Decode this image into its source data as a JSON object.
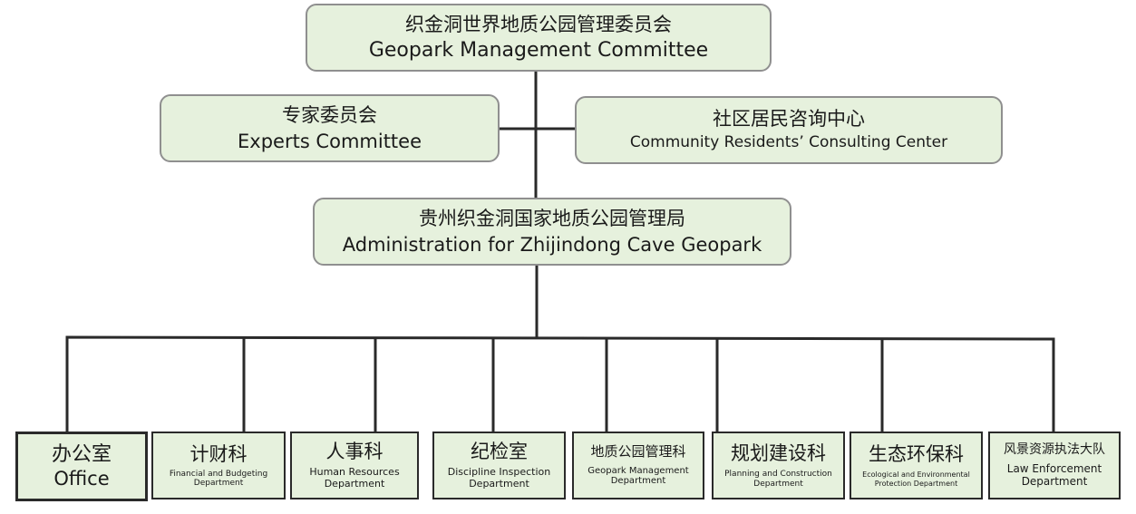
{
  "top": {
    "zh": "织金洞世界地质公园管理委员会",
    "en": "Geopark Management Committee"
  },
  "experts": {
    "zh": "专家委员会",
    "en": "Experts Committee"
  },
  "community": {
    "zh": "社区居民咨询中心",
    "en": "Community Residents’ Consulting Center"
  },
  "admin": {
    "zh": "贵州织金洞国家地质公园管理局",
    "en": "Administration for Zhijindong Cave Geopark"
  },
  "departments": [
    {
      "zh": "办公室",
      "en1": "Office",
      "en2": ""
    },
    {
      "zh": "计财科",
      "en1": "Financial and Budgeting",
      "en2": "Department"
    },
    {
      "zh": "人事科",
      "en1": "Human Resources",
      "en2": "Department"
    },
    {
      "zh": "纪检室",
      "en1": "Discipline Inspection",
      "en2": "Department"
    },
    {
      "zh": "地质公园管理科",
      "en1": "Geopark Management",
      "en2": "Department"
    },
    {
      "zh": "规划建设科",
      "en1": "Planning and Construction",
      "en2": "Department"
    },
    {
      "zh": "生态环保科",
      "en1": "Ecological and Environmental",
      "en2": "Protection Department"
    },
    {
      "zh": "风景资源执法大队",
      "en1": "Law Enforcement",
      "en2": "Department"
    }
  ],
  "colors": {
    "box_fill": "#e6f1dd",
    "box_border": "#8f8f8f",
    "line": "#2a2a2a"
  }
}
